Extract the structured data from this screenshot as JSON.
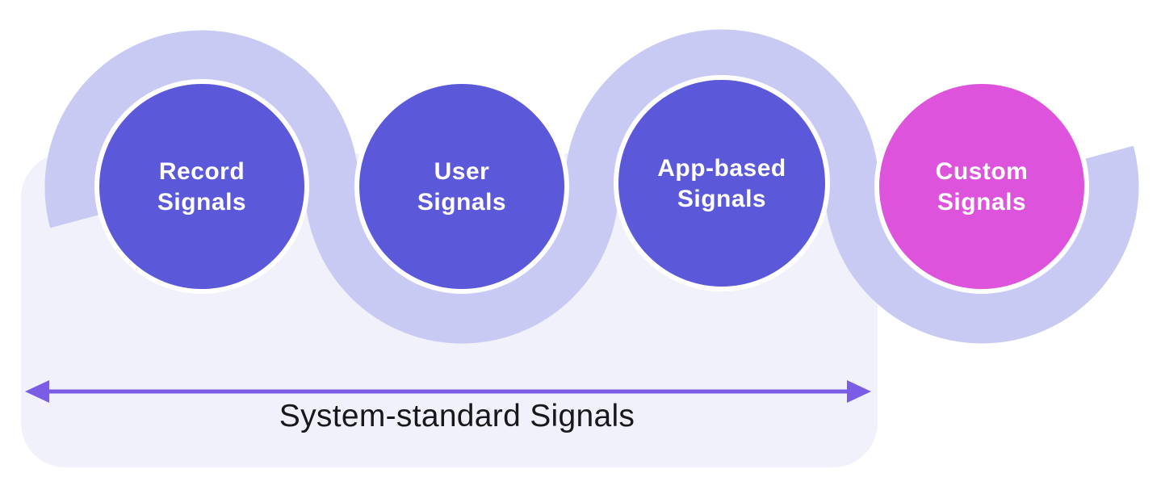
{
  "diagram": {
    "title_hint": "Signals types diagram",
    "circles": [
      {
        "line1": "Record",
        "line2": "Signals",
        "color": "#5B58DA",
        "text_color": "#FFFFFF"
      },
      {
        "line1": "User",
        "line2": "Signals",
        "color": "#5B58DA",
        "text_color": "#FFFFFF"
      },
      {
        "line1": "App-based",
        "line2": "Signals",
        "color": "#5B58DA",
        "text_color": "#FFFFFF"
      },
      {
        "line1": "Custom",
        "line2": "Signals",
        "color": "#DE53DB",
        "text_color": "#FFFFFF"
      }
    ],
    "arrow": {
      "label": "System-standard Signals",
      "color": "#7A5CE5"
    },
    "colors": {
      "ribbon": "#C9CAF3",
      "panel": "#F1F1FB",
      "label_text": "#18181B",
      "circle_ring": "#FFFFFF"
    }
  }
}
